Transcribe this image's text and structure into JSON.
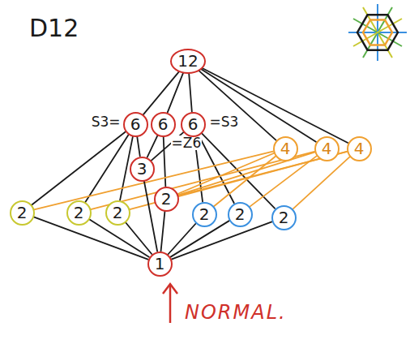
{
  "diagram": {
    "title": "D12",
    "nodes": [
      {
        "text": [
          "12"
        ]
      },
      {
        "text": [
          "6",
          "S3="
        ]
      },
      {
        "text": [
          "6",
          "=Z6"
        ]
      },
      {
        "text": [
          "6",
          "=S3"
        ]
      },
      {
        "text": [
          "3"
        ]
      },
      {
        "text": [
          "4"
        ]
      },
      {
        "text": [
          "4"
        ]
      },
      {
        "text": [
          "4"
        ]
      },
      {
        "text": [
          "2"
        ]
      },
      {
        "text": [
          "2"
        ]
      },
      {
        "text": [
          "2"
        ]
      },
      {
        "text": [
          "2"
        ]
      },
      {
        "text": [
          "2"
        ]
      },
      {
        "text": [
          "2"
        ]
      },
      {
        "text": [
          "2"
        ]
      },
      {
        "text": [
          "1"
        ]
      }
    ],
    "edges": [
      {
        "from": 0,
        "to": 1,
        "arrow": "none"
      },
      {
        "from": 0,
        "to": 2,
        "arrow": "none"
      },
      {
        "from": 0,
        "to": 3,
        "arrow": "none"
      },
      {
        "from": 0,
        "to": 5,
        "arrow": "none"
      },
      {
        "from": 0,
        "to": 6,
        "arrow": "none"
      },
      {
        "from": 0,
        "to": 7,
        "arrow": "none"
      },
      {
        "from": 1,
        "to": 4,
        "arrow": "none"
      },
      {
        "from": 1,
        "to": 8,
        "arrow": "none"
      },
      {
        "from": 1,
        "to": 9,
        "arrow": "none"
      },
      {
        "from": 1,
        "to": 10,
        "arrow": "none"
      },
      {
        "from": 2,
        "to": 4,
        "arrow": "none"
      },
      {
        "from": 2,
        "to": 11,
        "arrow": "none"
      },
      {
        "from": 3,
        "to": 4,
        "arrow": "none"
      },
      {
        "from": 3,
        "to": 12,
        "arrow": "none"
      },
      {
        "from": 3,
        "to": 13,
        "arrow": "none"
      },
      {
        "from": 3,
        "to": 14,
        "arrow": "none"
      },
      {
        "from": 5,
        "to": 11,
        "arrow": "none"
      },
      {
        "from": 6,
        "to": 11,
        "arrow": "none"
      },
      {
        "from": 7,
        "to": 11,
        "arrow": "none"
      },
      {
        "from": 5,
        "to": 8,
        "arrow": "none"
      },
      {
        "from": 5,
        "to": 12,
        "arrow": "none"
      },
      {
        "from": 6,
        "to": 9,
        "arrow": "none"
      },
      {
        "from": 6,
        "to": 13,
        "arrow": "none"
      },
      {
        "from": 7,
        "to": 10,
        "arrow": "none"
      },
      {
        "from": 7,
        "to": 14,
        "arrow": "none"
      },
      {
        "from": 15,
        "to": 4,
        "arrow": "none"
      },
      {
        "from": 15,
        "to": 8,
        "arrow": "none"
      },
      {
        "from": 15,
        "to": 9,
        "arrow": "none"
      },
      {
        "from": 15,
        "to": 10,
        "arrow": "none"
      },
      {
        "from": 15,
        "to": 11,
        "arrow": "none"
      },
      {
        "from": 15,
        "to": 12,
        "arrow": "none"
      },
      {
        "from": 15,
        "to": 13,
        "arrow": "none"
      },
      {
        "from": 15,
        "to": 14,
        "arrow": "none"
      }
    ],
    "labels": [
      "NORMAL."
    ]
  }
}
